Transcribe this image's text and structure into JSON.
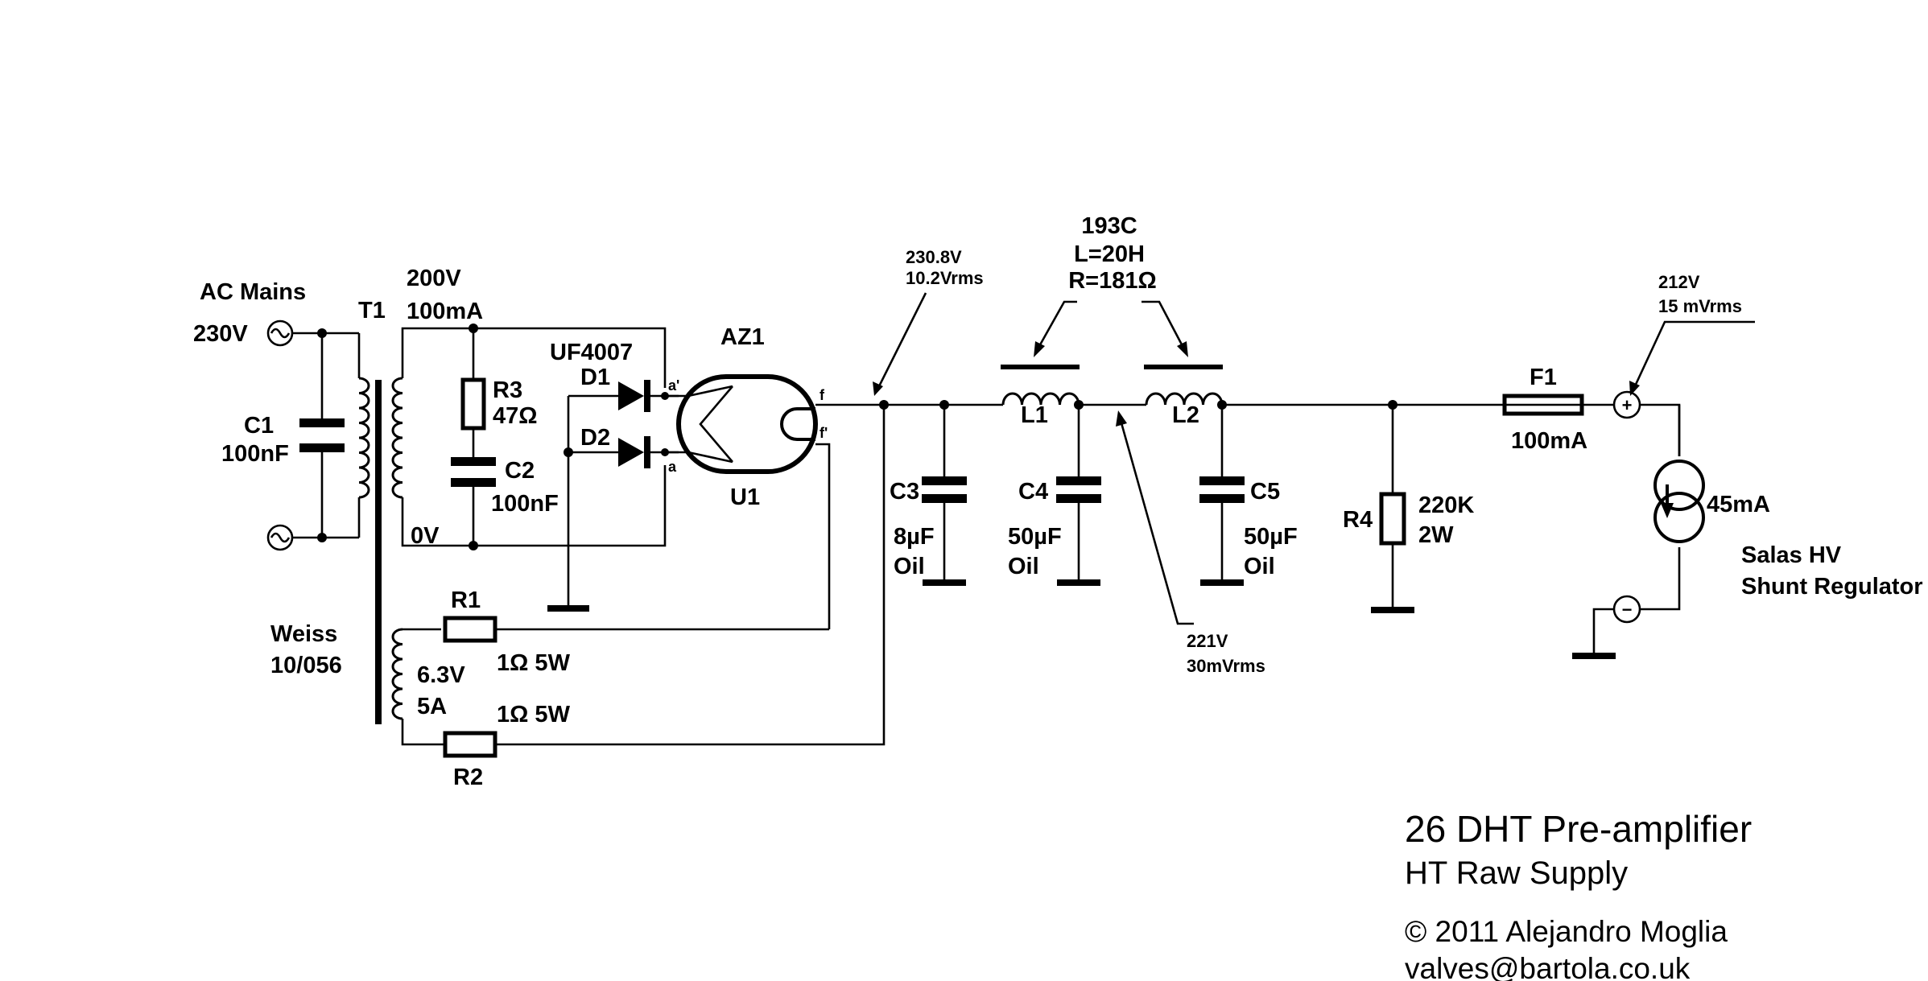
{
  "title": "26 DHT Pre-amplifier",
  "subtitle": "HT Raw Supply",
  "credit": "© 2011 Alejandro Moglia",
  "email": "valves@bartola.co.uk",
  "mains": {
    "label": "AC Mains",
    "voltage": "230V"
  },
  "transformer": {
    "ref": "T1",
    "make": "Weiss",
    "model": "10/056",
    "ht_voltage": "200V",
    "ht_current": "100mA",
    "zero_tap": "0V",
    "heater_voltage": "6.3V",
    "heater_current": "5A"
  },
  "c1": {
    "ref": "C1",
    "value": "100nF"
  },
  "r3": {
    "ref": "R3",
    "value": "47Ω"
  },
  "c2": {
    "ref": "C2",
    "value": "100nF"
  },
  "diodes": {
    "type": "UF4007",
    "d1": "D1",
    "d2": "D2"
  },
  "rectifier": {
    "type": "AZ1",
    "ref": "U1",
    "pin_a1": "a'",
    "pin_a": "a",
    "pin_f": "f",
    "pin_f1": "f'"
  },
  "r1": {
    "ref": "R1",
    "value": "1Ω 5W"
  },
  "r2": {
    "ref": "R2",
    "value": "1Ω 5W"
  },
  "meas1": {
    "dc": "230.8V",
    "ac": "10.2Vrms"
  },
  "c3": {
    "ref": "C3",
    "value": "8µF",
    "type": "Oil"
  },
  "choke": {
    "model": "193C",
    "inductance": "L=20H",
    "resistance": "R=181Ω"
  },
  "l1": {
    "ref": "L1"
  },
  "l2": {
    "ref": "L2"
  },
  "c4": {
    "ref": "C4",
    "value": "50µF",
    "type": "Oil"
  },
  "meas2": {
    "dc": "221V",
    "ac": "30mVrms"
  },
  "c5": {
    "ref": "C5",
    "value": "50µF",
    "type": "Oil"
  },
  "r4": {
    "ref": "R4",
    "value": "220K",
    "power": "2W"
  },
  "f1": {
    "ref": "F1",
    "value": "100mA"
  },
  "meas3": {
    "dc": "212V",
    "ac": "15 mVrms"
  },
  "regulator": {
    "current": "45mA",
    "name": "Salas HV",
    "type": "Shunt Regulator",
    "plus": "+",
    "minus": "−"
  }
}
